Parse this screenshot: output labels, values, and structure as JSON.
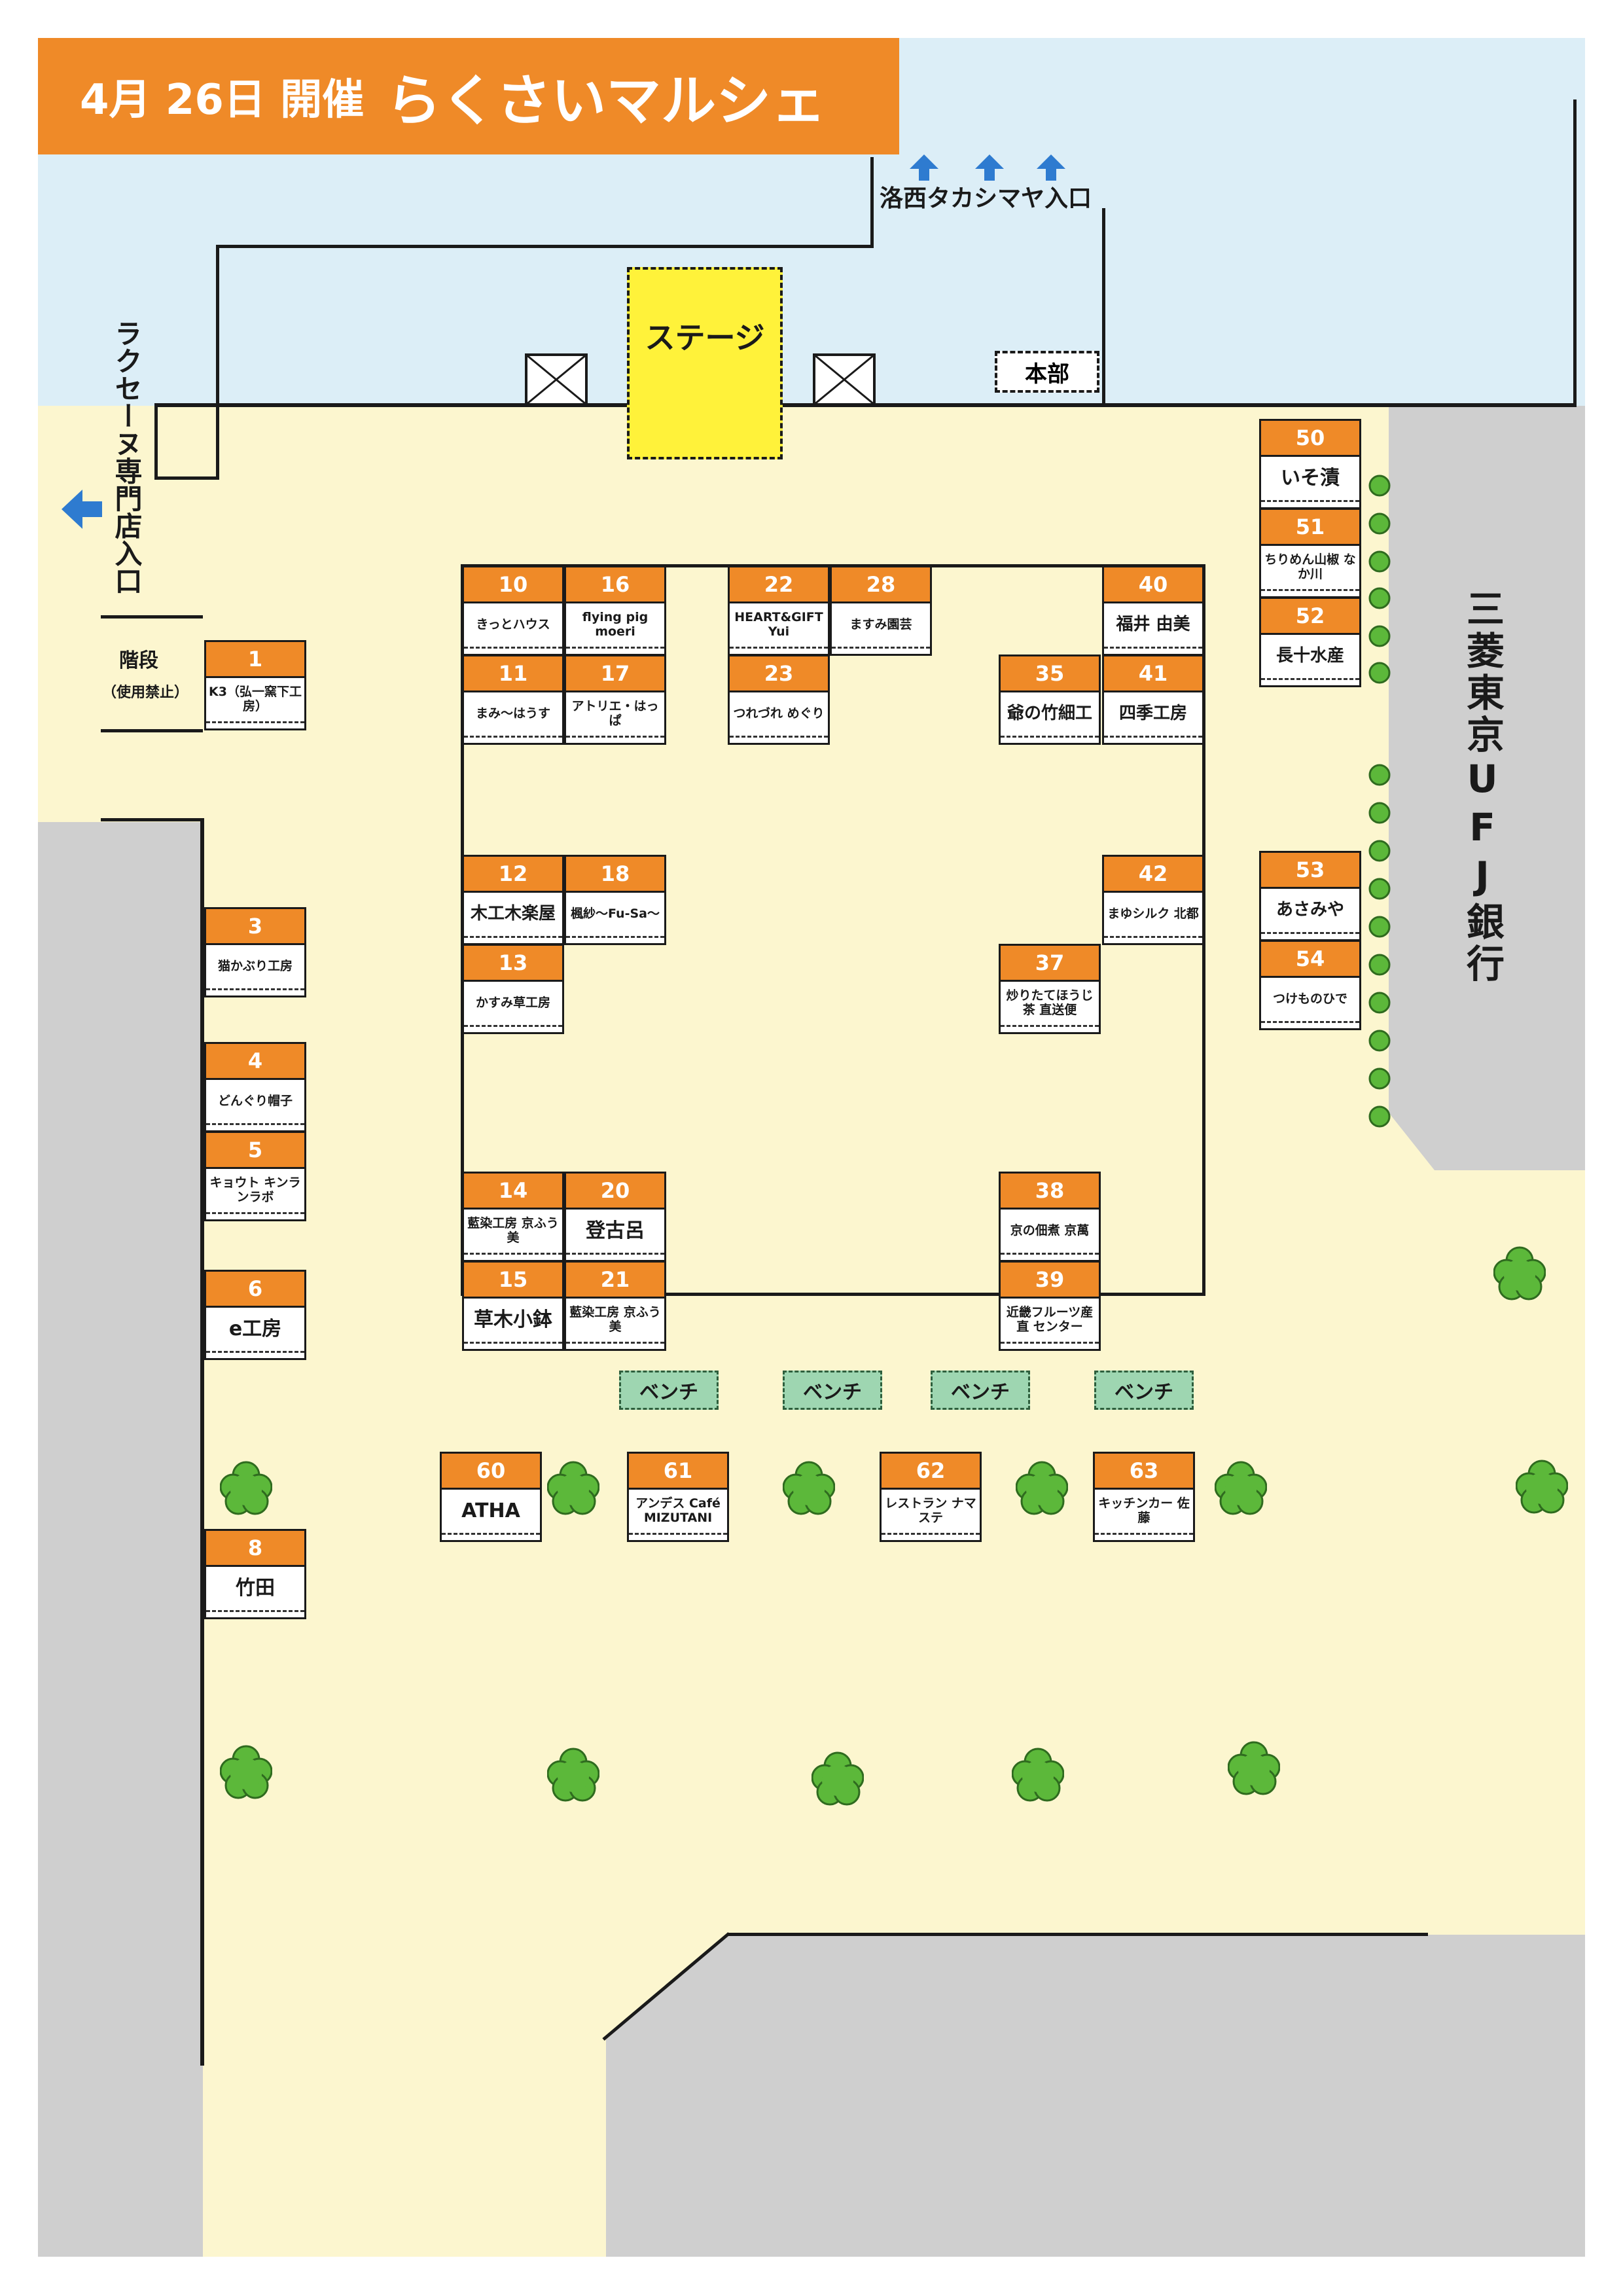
{
  "title": {
    "date": "4月 26日 開催",
    "event": "らくさいマルシェ"
  },
  "labels": {
    "takashimaya_entrance": "洛西タカシマヤ入口",
    "stage": "ステージ",
    "headquarters": "本部",
    "laksene_entrance": "ラクセーヌ専門店入口",
    "stairs": "階段",
    "stairs_note": "（使用禁止）",
    "bank": "三菱東京UFJ銀行"
  },
  "colors": {
    "orange": "#ef8a28",
    "sky": "#dceef7",
    "floor": "#fcf6cf",
    "building": "#cfcfcf",
    "stage": "#fff23a",
    "bench": "#9ed6b1",
    "tree": "#5cb83a",
    "arrow": "#2e7bd0"
  },
  "booths": [
    {
      "num": "1",
      "name": "K3（弘一窯下工房）",
      "size": "small"
    },
    {
      "num": "3",
      "name": "猫かぶり工房",
      "size": "small"
    },
    {
      "num": "4",
      "name": "どんぐり帽子",
      "size": "small"
    },
    {
      "num": "5",
      "name": "キョウト キンランラボ",
      "size": "small"
    },
    {
      "num": "6",
      "name": "e工房",
      "size": "big"
    },
    {
      "num": "8",
      "name": "竹田",
      "size": "big"
    },
    {
      "num": "10",
      "name": "きっとハウス",
      "size": "small"
    },
    {
      "num": "16",
      "name": "flying pig moeri",
      "size": "small"
    },
    {
      "num": "22",
      "name": "HEART&GIFT Yui",
      "size": "small"
    },
    {
      "num": "28",
      "name": "ますみ園芸",
      "size": "small"
    },
    {
      "num": "40",
      "name": "福井 由美",
      "size": "mid"
    },
    {
      "num": "11",
      "name": "まみ〜はうす",
      "size": "small"
    },
    {
      "num": "17",
      "name": "アトリエ・はっぱ",
      "size": "small"
    },
    {
      "num": "23",
      "name": "つれづれ めぐり",
      "size": "small"
    },
    {
      "num": "35",
      "name": "爺の竹細工",
      "size": "mid"
    },
    {
      "num": "41",
      "name": "四季工房",
      "size": "mid"
    },
    {
      "num": "12",
      "name": "木工木楽屋",
      "size": "mid"
    },
    {
      "num": "18",
      "name": "楓紗〜Fu-Sa〜",
      "size": "small"
    },
    {
      "num": "42",
      "name": "まゆシルク 北都",
      "size": "small"
    },
    {
      "num": "13",
      "name": "かすみ草工房",
      "size": "small"
    },
    {
      "num": "37",
      "name": "炒りたてほうじ茶 直送便",
      "size": "small"
    },
    {
      "num": "14",
      "name": "藍染工房 京ふう美",
      "size": "small"
    },
    {
      "num": "20",
      "name": "登古呂",
      "size": "big"
    },
    {
      "num": "38",
      "name": "京の佃煮 京萬",
      "size": "small"
    },
    {
      "num": "15",
      "name": "草木小鉢",
      "size": "big"
    },
    {
      "num": "21",
      "name": "藍染工房 京ふう美",
      "size": "small"
    },
    {
      "num": "39",
      "name": "近畿フルーツ産直 センター",
      "size": "small"
    },
    {
      "num": "50",
      "name": "いそ漬",
      "size": "big"
    },
    {
      "num": "51",
      "name": "ちりめん山椒 なか川",
      "size": "small"
    },
    {
      "num": "52",
      "name": "長十水産",
      "size": "mid"
    },
    {
      "num": "53",
      "name": "あさみや",
      "size": "mid"
    },
    {
      "num": "54",
      "name": "つけものひで",
      "size": "small"
    },
    {
      "num": "60",
      "name": "ATHA",
      "size": "big"
    },
    {
      "num": "61",
      "name": "アンデス Café MIZUTANI",
      "size": "small"
    },
    {
      "num": "62",
      "name": "レストラン ナマステ",
      "size": "small"
    },
    {
      "num": "63",
      "name": "キッチンカー 佐藤",
      "size": "small"
    }
  ],
  "bench_label": "ベンチ"
}
